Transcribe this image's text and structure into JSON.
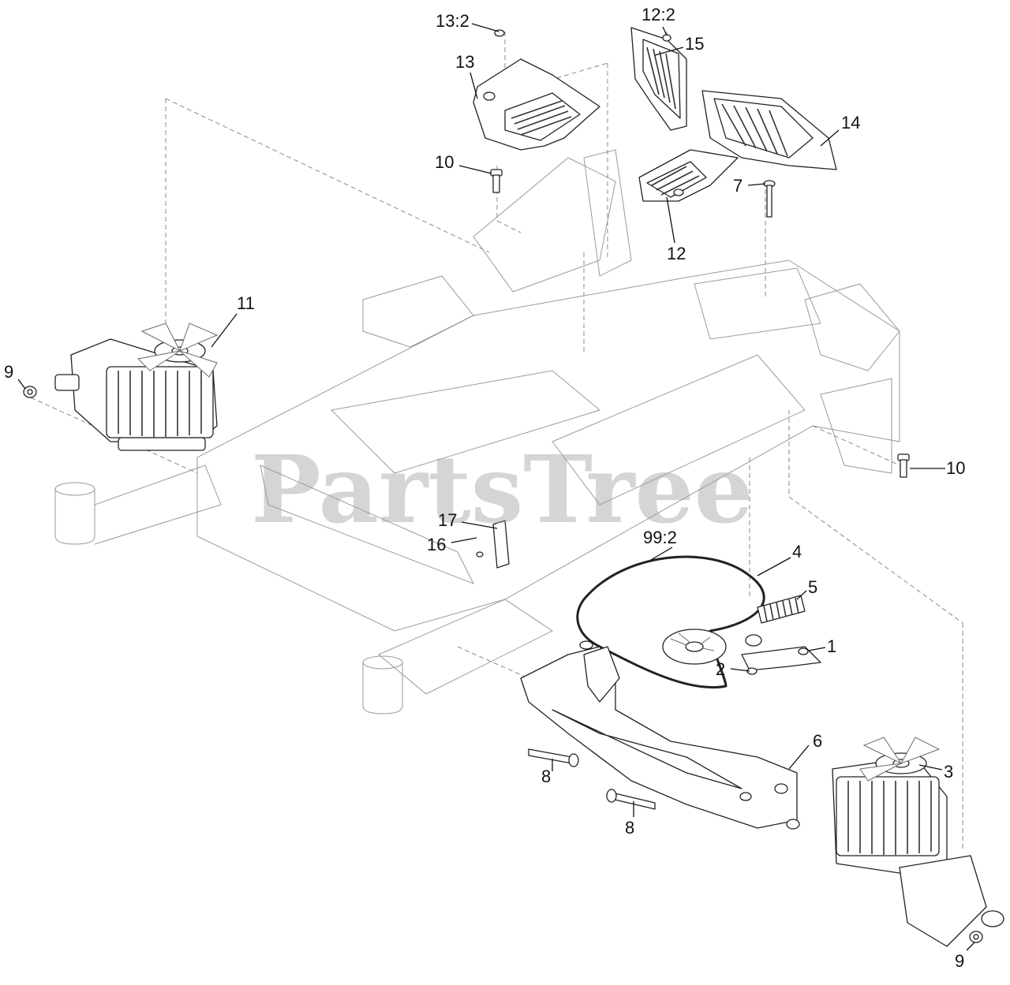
{
  "watermark": "PartsTree",
  "callouts": [
    {
      "id": "c-13-2",
      "text": "13:2"
    },
    {
      "id": "c-12-2",
      "text": "12:2"
    },
    {
      "id": "c-15",
      "text": "15"
    },
    {
      "id": "c-13",
      "text": "13"
    },
    {
      "id": "c-14",
      "text": "14"
    },
    {
      "id": "c-10-top",
      "text": "10"
    },
    {
      "id": "c-7",
      "text": "7"
    },
    {
      "id": "c-12",
      "text": "12"
    },
    {
      "id": "c-11",
      "text": "11"
    },
    {
      "id": "c-9-left",
      "text": "9"
    },
    {
      "id": "c-10-right",
      "text": "10"
    },
    {
      "id": "c-17",
      "text": "17"
    },
    {
      "id": "c-16",
      "text": "16"
    },
    {
      "id": "c-99-2",
      "text": "99:2"
    },
    {
      "id": "c-4",
      "text": "4"
    },
    {
      "id": "c-5",
      "text": "5"
    },
    {
      "id": "c-1",
      "text": "1"
    },
    {
      "id": "c-2",
      "text": "2"
    },
    {
      "id": "c-6",
      "text": "6"
    },
    {
      "id": "c-3",
      "text": "3"
    },
    {
      "id": "c-8-left",
      "text": "8"
    },
    {
      "id": "c-8-right",
      "text": "8"
    },
    {
      "id": "c-9-right",
      "text": "9"
    }
  ]
}
